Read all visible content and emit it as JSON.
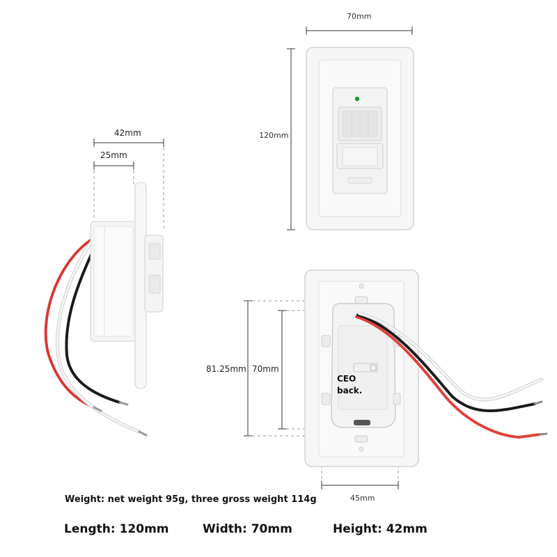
{
  "dimensions": {
    "side_total": "42mm",
    "side_inner": "25mm",
    "front_width": "70mm",
    "front_height": "120mm",
    "back_outer_height": "81.25mm",
    "back_inner_height": "70mm",
    "back_width": "45mm"
  },
  "back_label": {
    "line1": "CEO",
    "line2": "back."
  },
  "weight": "Weight: net weight 95g, three gross weight 114g",
  "specs": {
    "length": "Length: 120mm",
    "width": "Width: 70mm",
    "height": "Height: 42mm"
  },
  "colors": {
    "plate": "#f7f7f7",
    "outline": "#d4d4d4",
    "wire_red": "#e0413a",
    "wire_black": "#1a1a1a",
    "wire_white": "#f2f2f2",
    "led": "#1c9a2a"
  }
}
